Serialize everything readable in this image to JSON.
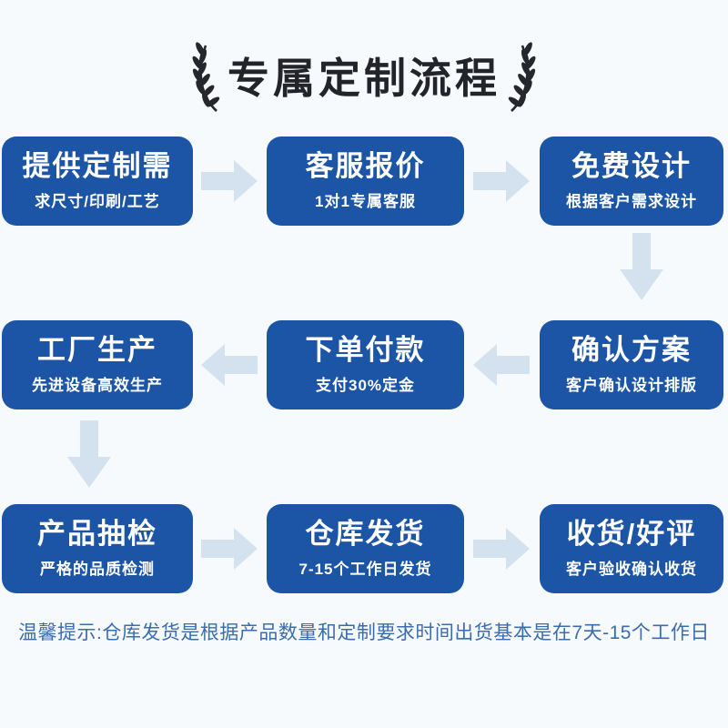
{
  "page": {
    "title": "专属定制流程",
    "tip": "温馨提示:仓库发货是根据产品数量和定制要求时间出货基本是在7天-15个工作日"
  },
  "colors": {
    "box_blue": "#1c55a6",
    "arrow_light": "#d4e2ef",
    "title_dark": "#222429",
    "tip_blue": "#3a6cae",
    "background": "#f7fafd"
  },
  "steps": [
    {
      "title": "提供定制需",
      "subtitle": "求尺寸/印刷/工艺"
    },
    {
      "title": "客服报价",
      "subtitle": "1对1专属客服"
    },
    {
      "title": "免费设计",
      "subtitle": "根据客户需求设计"
    },
    {
      "title": "确认方案",
      "subtitle": "客户确认设计排版"
    },
    {
      "title": "下单付款",
      "subtitle": "支付30%定金"
    },
    {
      "title": "工厂生产",
      "subtitle": "先进设备高效生产"
    },
    {
      "title": "产品抽检",
      "subtitle": "严格的品质检测"
    },
    {
      "title": "仓库发货",
      "subtitle": "7-15个工作日发货"
    },
    {
      "title": "收货/好评",
      "subtitle": "客户验收确认收货"
    }
  ]
}
